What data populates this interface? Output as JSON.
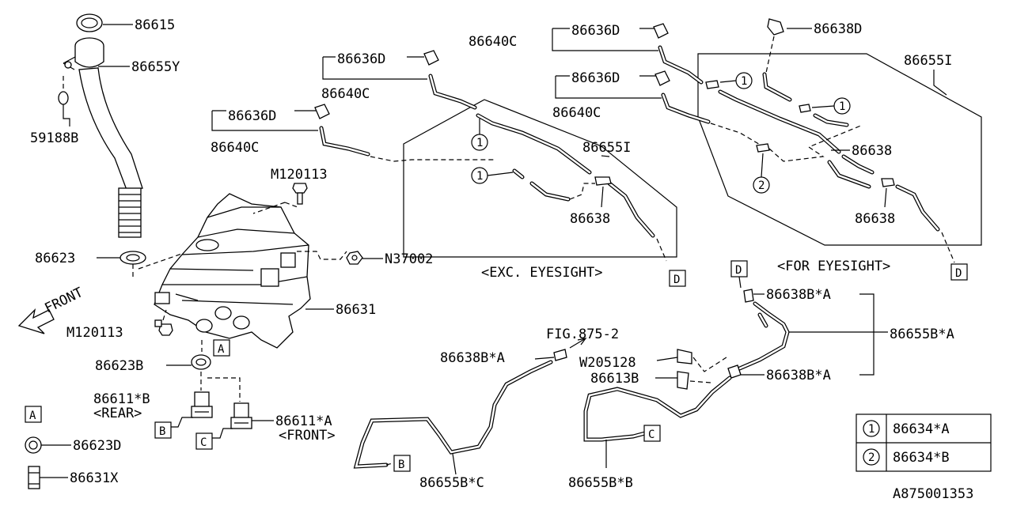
{
  "labels": {
    "p86615": "86615",
    "p86655Y": "86655Y",
    "p59188B": "59188B",
    "p86623": "86623",
    "m120113_top": "M120113",
    "n37002": "N37002",
    "p86631": "86631",
    "m120113_bot": "M120113",
    "p86623B": "86623B",
    "p86611B": "86611*B",
    "rear": "<REAR>",
    "p86611A": "86611*A",
    "front": "<FRONT>",
    "p86623D": "86623D",
    "p86631X": "86631X",
    "front_arrow": "FRONT",
    "p86636D_1": "86636D",
    "p86640C_1": "86640C",
    "p86636D_2": "86636D",
    "p86640C_2": "86640C",
    "p86636D_3": "86636D",
    "p86640C_3": "86640C",
    "p86636D_4": "86636D",
    "p86640C_4": "86640C",
    "p86638D": "86638D",
    "p86655I_1": "86655I",
    "p86655I_2": "86655I",
    "p86638_1": "86638",
    "p86638_2": "86638",
    "p86638_3": "86638",
    "exc_eyesight": "<EXC. EYESIGHT>",
    "for_eyesight": "<FOR EYESIGHT>",
    "fig": "FIG.875-2",
    "p86638BA_1": "86638B*A",
    "p86638BA_2": "86638B*A",
    "p86638BA_3": "86638B*A",
    "p86655BA": "86655B*A",
    "w205128": "W205128",
    "p86613B": "86613B",
    "p86655BC": "86655B*C",
    "p86655BB": "86655B*B",
    "diagram_id": "A875001353"
  },
  "refs": {
    "A": "A",
    "B": "B",
    "C": "C",
    "D": "D"
  },
  "legend": [
    {
      "num": "1",
      "part": "86634*A"
    },
    {
      "num": "2",
      "part": "86634*B"
    }
  ]
}
